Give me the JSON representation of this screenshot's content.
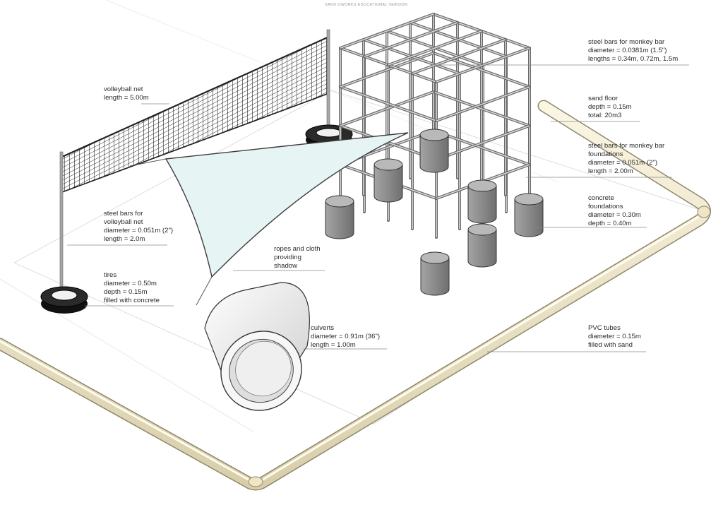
{
  "watermark": "SAND DWORKS EDUCATIONAL VERSION",
  "labels": {
    "volleyball_net": {
      "title": "volleyball net",
      "lines": [
        "length = 5.00m"
      ]
    },
    "steel_bars_net": {
      "title": "steel bars for",
      "lines": [
        "volleyball net",
        "diameter = 0.051m (2\")",
        "length = 2.0m"
      ]
    },
    "tires": {
      "title": "tires",
      "lines": [
        "diameter = 0.50m",
        "depth = 0.15m",
        "filled with concrete"
      ]
    },
    "ropes_cloth": {
      "title": "ropes and cloth",
      "lines": [
        "providing",
        "shadow"
      ]
    },
    "culverts": {
      "title": "culverts",
      "lines": [
        "diameter = 0.91m (36\")",
        "length = 1.00m"
      ]
    },
    "steel_bars_monkey": {
      "title": "steel bars for monkey bar",
      "lines": [
        "diameter =  0.0381m (1.5\")",
        "lengths = 0.34m, 0.72m, 1.5m"
      ]
    },
    "sand_floor": {
      "title": "sand floor",
      "lines": [
        "depth = 0.15m",
        "total:  20m3"
      ]
    },
    "steel_bars_foundations": {
      "title": "steel bars for monkey bar",
      "lines": [
        "foundations",
        "diameter = 0.051m (2\")",
        "length = 2.00m"
      ]
    },
    "concrete_foundations": {
      "title": "concrete",
      "lines": [
        "foundations",
        "diameter = 0.30m",
        "depth = 0.40m"
      ]
    },
    "pvc_tubes": {
      "title": "PVC tubes",
      "lines": [
        "diameter = 0.15m",
        "filled with sand"
      ]
    }
  },
  "colors": {
    "pvc": "#f3ecd2",
    "pvc_edge": "#8f876c",
    "concrete": "#8d8d8d",
    "concrete_top": "#b8b8b8",
    "steel": "#9b9b9b",
    "tire": "#1d1d1d",
    "cloth": "#e7f4f4",
    "culvert": "#f4f4f4"
  }
}
